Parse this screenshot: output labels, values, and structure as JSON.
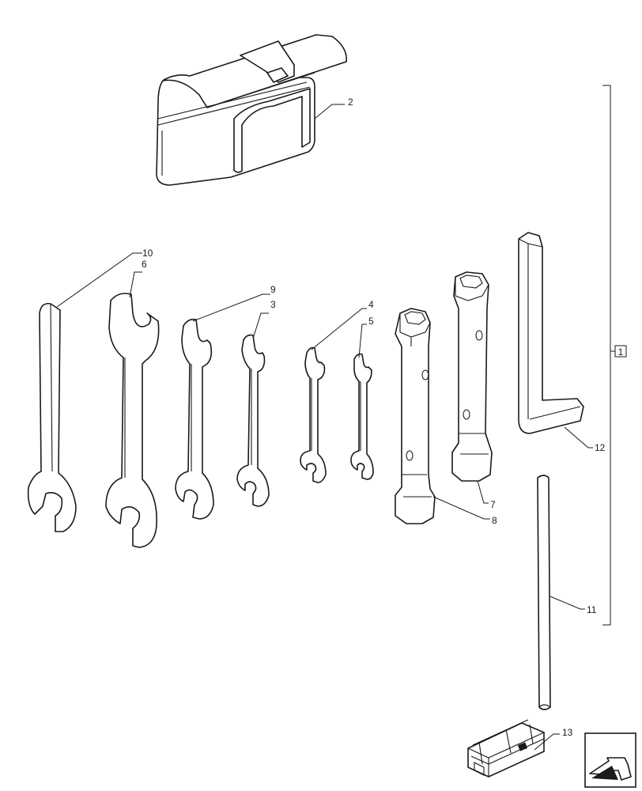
{
  "callouts": {
    "c1": "1",
    "c2": "2",
    "c3": "3",
    "c4": "4",
    "c5": "5",
    "c6": "6",
    "c7": "7",
    "c8": "8",
    "c9": "9",
    "c10": "10",
    "c11": "11",
    "c12": "12",
    "c13": "13"
  },
  "icons": {
    "nav": "arrow-back-icon",
    "kit": "tool-crate-icon"
  }
}
